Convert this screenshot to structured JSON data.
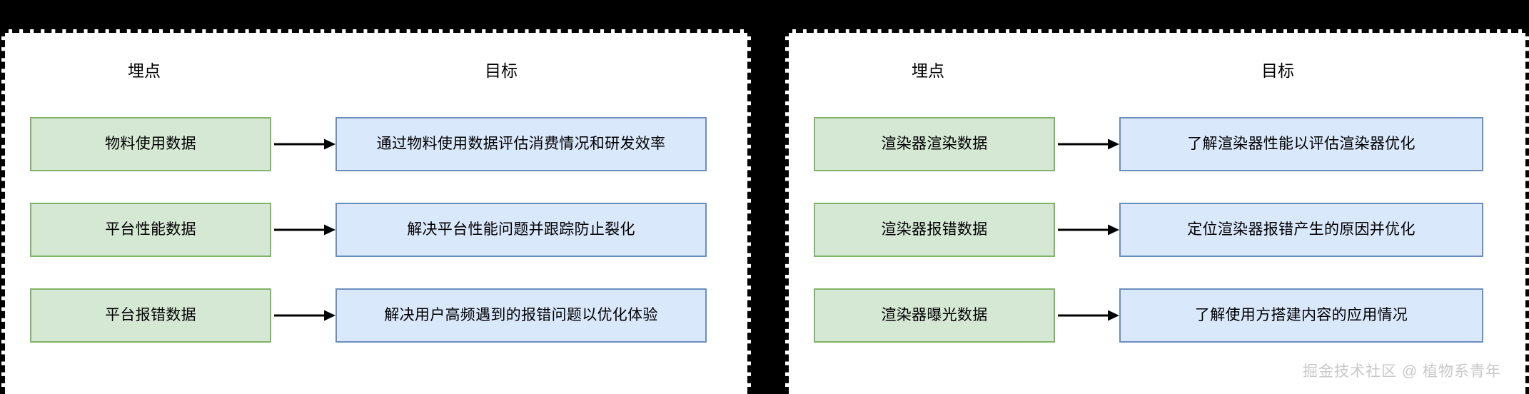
{
  "canvas": {
    "background_color": "#000000",
    "panel_background_color": "#ffffff",
    "panel_border_style": "dashed",
    "panel_border_color": "#000000"
  },
  "colors": {
    "source_fill": "#d5e8d4",
    "source_border": "#82b366",
    "target_fill": "#dae8fc",
    "target_border": "#6c8ebf",
    "arrow": "#000000",
    "text": "#000000",
    "watermark": "#c9c9c9"
  },
  "panels": [
    {
      "id": "platform",
      "headers": {
        "source": "埋点",
        "target": "目标"
      },
      "rows": [
        {
          "source": "物料使用数据",
          "target": "通过物料使用数据评估消费情况和研发效率"
        },
        {
          "source": "平台性能数据",
          "target": "解决平台性能问题并跟踪防止裂化"
        },
        {
          "source": "平台报错数据",
          "target": "解决用户高频遇到的报错问题以优化体验"
        }
      ]
    },
    {
      "id": "renderer",
      "headers": {
        "source": "埋点",
        "target": "目标"
      },
      "rows": [
        {
          "source": "渲染器渲染数据",
          "target": "了解渲染器性能以评估渲染器优化"
        },
        {
          "source": "渲染器报错数据",
          "target": "定位渲染器报错产生的原因并优化"
        },
        {
          "source": "渲染器曝光数据",
          "target": "了解使用方搭建内容的应用情况"
        }
      ]
    }
  ],
  "watermark": {
    "text": "掘金技术社区 @ 植物系青年"
  }
}
